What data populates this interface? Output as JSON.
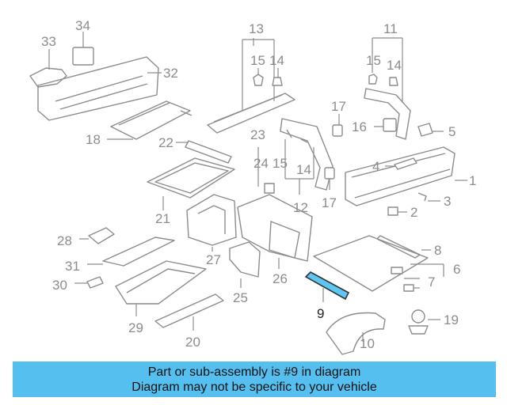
{
  "diagram": {
    "callouts": {
      "c1": "1",
      "c2": "2",
      "c3": "3",
      "c4": "4",
      "c5": "5",
      "c6": "6",
      "c7": "7",
      "c8": "8",
      "c9": "9",
      "c10": "10",
      "c11": "11",
      "c12": "12",
      "c13": "13",
      "c14a": "14",
      "c14b": "14",
      "c14c": "14",
      "c15a": "15",
      "c15b": "15",
      "c15c": "15",
      "c16": "16",
      "c17a": "17",
      "c17b": "17",
      "c18": "18",
      "c19": "19",
      "c20": "20",
      "c21": "21",
      "c22": "22",
      "c23": "23",
      "c24": "24",
      "c25": "25",
      "c26": "26",
      "c27": "27",
      "c28": "28",
      "c29": "29",
      "c30": "30",
      "c31": "31",
      "c32": "32",
      "c33": "33",
      "c34": "34"
    },
    "highlighted_part": "9",
    "colors": {
      "line_art": "#8c8c8c",
      "highlight": "#5ec6f2",
      "banner": "#55bff0"
    }
  },
  "banner": {
    "line1": "Part or sub-assembly is #9 in diagram",
    "line2": "Diagram may not be specific to your vehicle"
  }
}
